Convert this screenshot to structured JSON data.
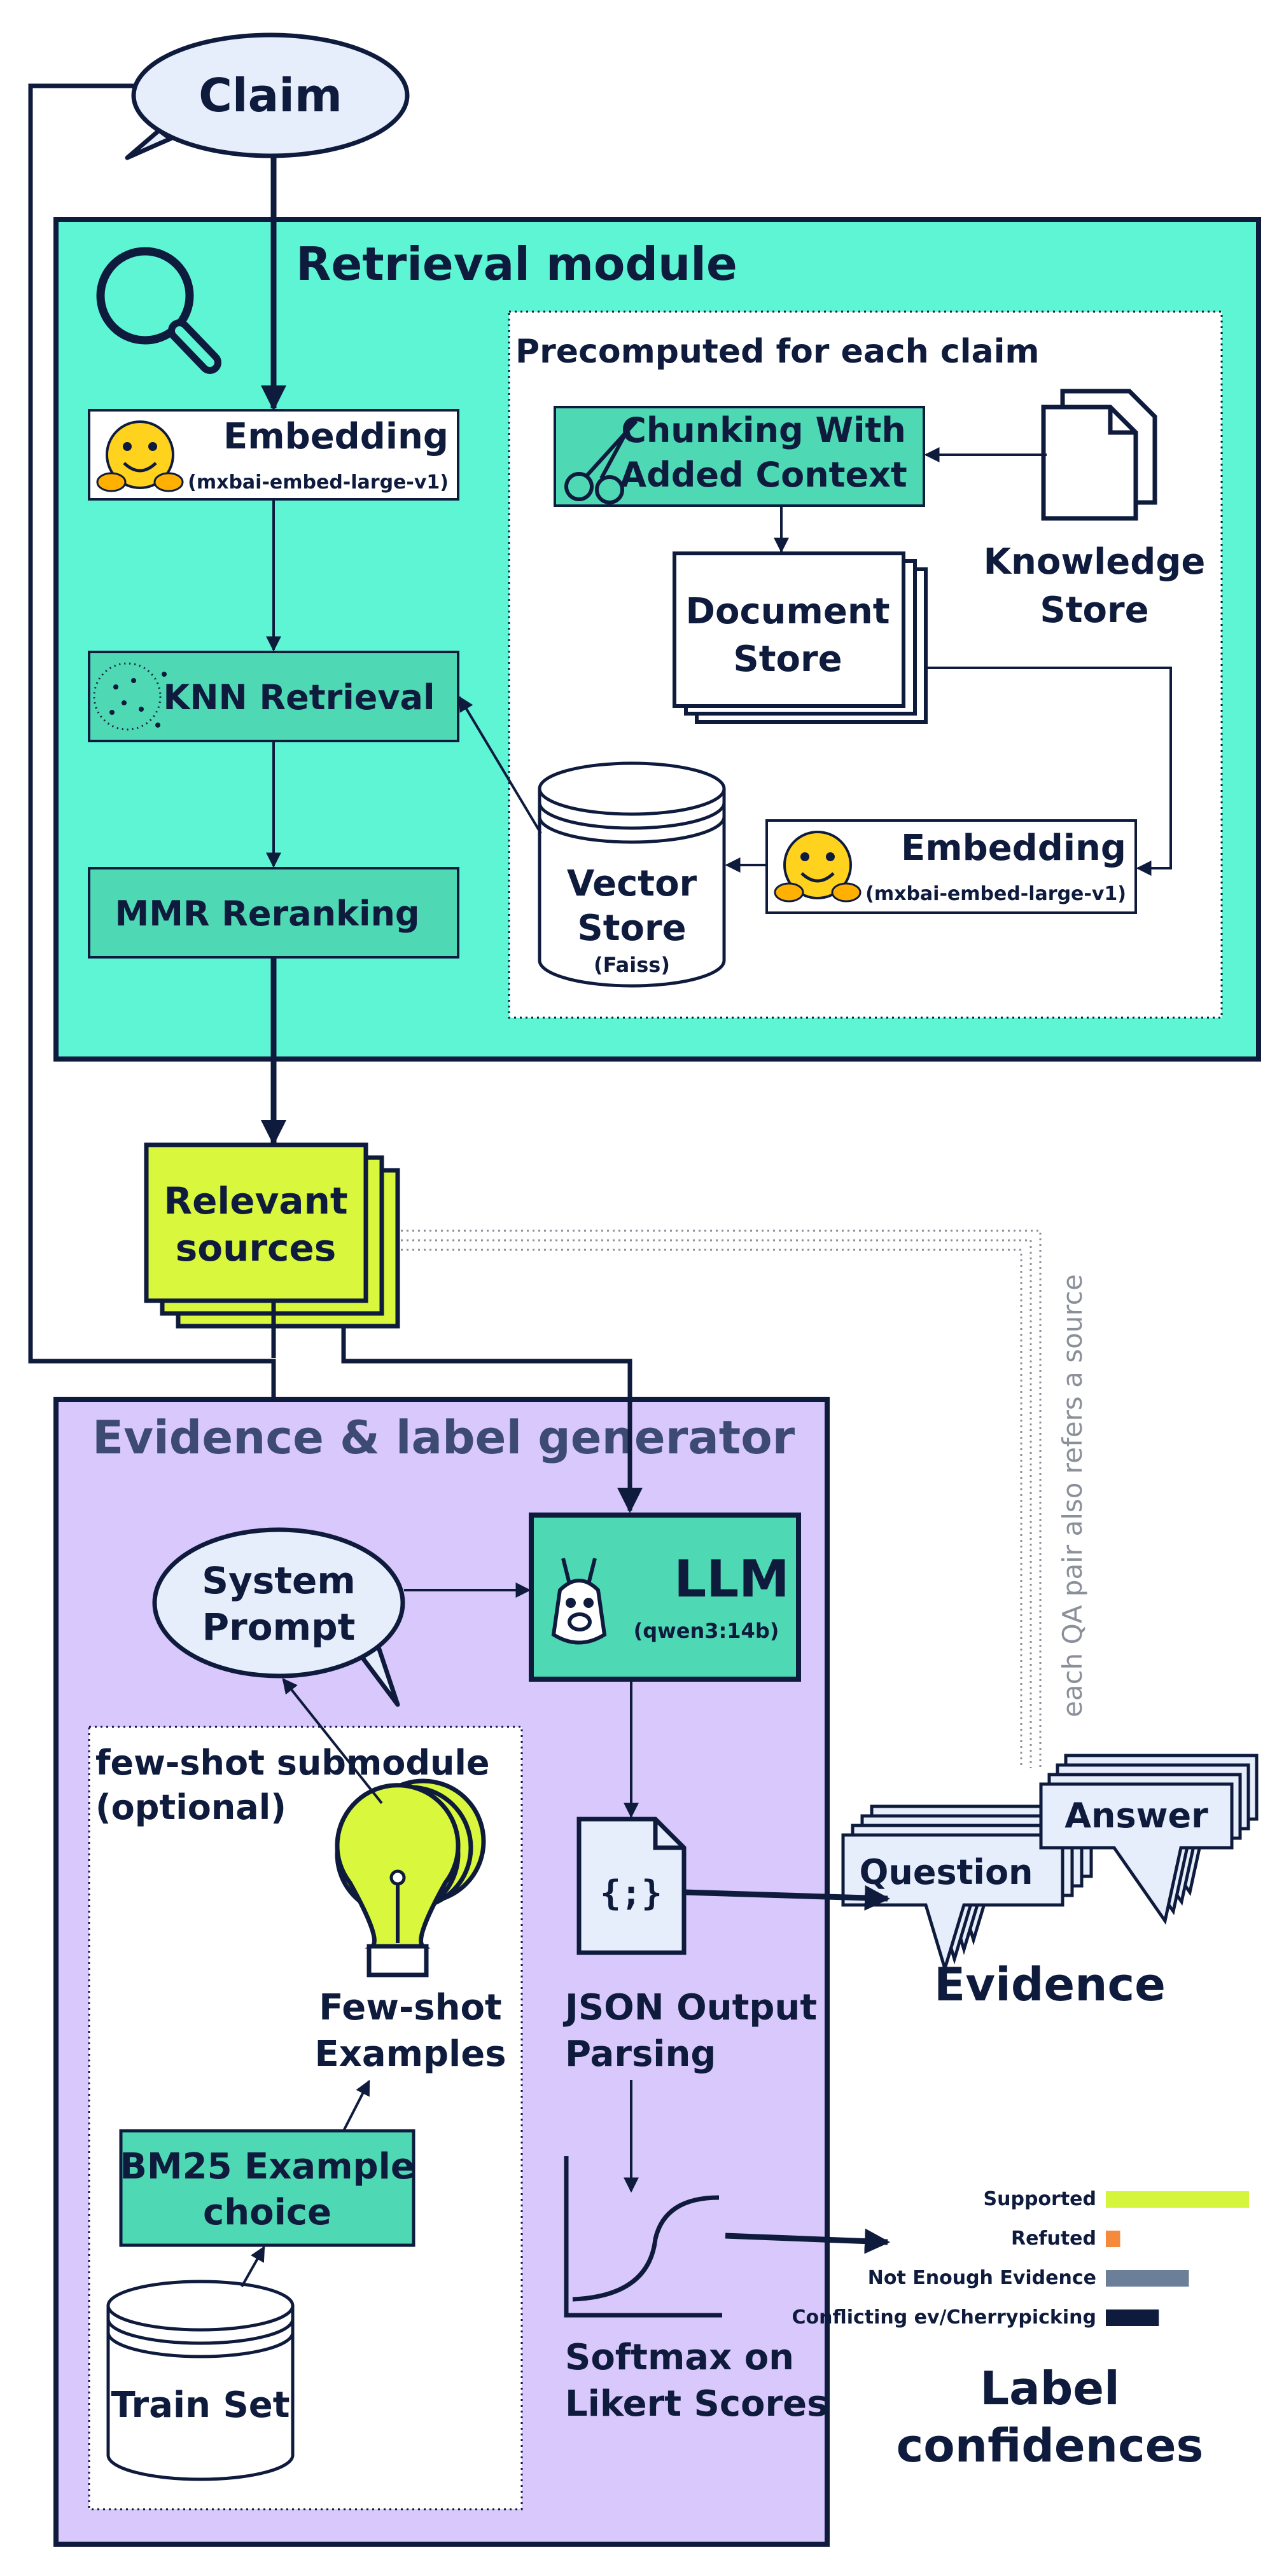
{
  "claim": "Claim",
  "retrieval": {
    "title": "Retrieval module",
    "precomputed_title": "Precomputed for each claim",
    "embedding_label": "Embedding",
    "embedding_model": "(mxbai-embed-large-v1)",
    "knn_label": "KNN Retrieval",
    "mmr_label": "MMR Reranking",
    "chunking_line1": "Chunking With",
    "chunking_line2": "Added Context",
    "knowledge_line1": "Knowledge",
    "knowledge_line2": "Store",
    "document_line1": "Document",
    "document_line2": "Store",
    "vector_line1": "Vector",
    "vector_line2": "Store",
    "vector_sub": "(Faiss)",
    "embedding2_label": "Embedding",
    "embedding2_model": "(mxbai-embed-large-v1)"
  },
  "sources": {
    "line1": "Relevant",
    "line2": "sources"
  },
  "generator": {
    "title": "Evidence & label generator",
    "system_line1": "System",
    "system_line2": "Prompt",
    "llm_label": "LLM",
    "llm_model": "(qwen3:14b)",
    "fewshot_title_line1": "few-shot submodule",
    "fewshot_title_line2": "(optional)",
    "fewshot_examples_line1": "Few-shot",
    "fewshot_examples_line2": "Examples",
    "bm25_line1": "BM25 Example",
    "bm25_line2": "choice",
    "trainset_label": "Train Set",
    "json_glyph": "{;}",
    "json_line1": "JSON Output",
    "json_line2": "Parsing",
    "softmax_line1": "Softmax on",
    "softmax_line2": "Likert Scores"
  },
  "qa_note": "each QA pair also refers a source",
  "evidence": {
    "question": "Question",
    "answer": "Answer",
    "title": "Evidence"
  },
  "labels": {
    "title_line1": "Label",
    "title_line2": "confidences",
    "items": [
      {
        "name": "Supported",
        "value": 1.0,
        "color": "#d4f53c"
      },
      {
        "name": "Refuted",
        "value": 0.1,
        "color": "#f58a3c"
      },
      {
        "name": "Not Enough Evidence",
        "value": 0.58,
        "color": "#6c7f99"
      },
      {
        "name": "Conflicting ev/Cherrypicking",
        "value": 0.37,
        "color": "#0f1b3d"
      }
    ]
  },
  "colors": {
    "retrieval_bg": "#5ef5d5",
    "generator_bg": "#d9c8fb",
    "box_green": "#4fd8b4",
    "lime": "#d9f73c",
    "navy": "#0f1b3d"
  },
  "icons": [
    "magnifier-icon",
    "hugging-face-icon",
    "scatter-icon",
    "scissors-icon",
    "documents-icon",
    "llama-icon",
    "lightbulb-icon",
    "json-file-icon",
    "sigmoid-icon"
  ]
}
